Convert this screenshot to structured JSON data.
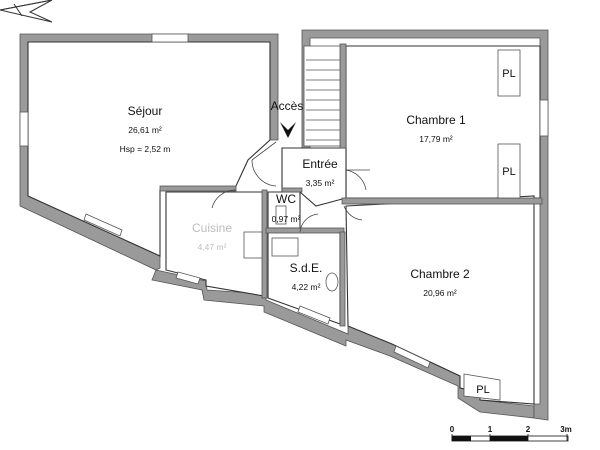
{
  "plan": {
    "rooms": {
      "sejour": {
        "name": "Séjour",
        "area": "26,61 m²",
        "note": "Hsp = 2,52 m"
      },
      "chambre1": {
        "name": "Chambre 1",
        "area": "17,79 m²"
      },
      "chambre2": {
        "name": "Chambre 2",
        "area": "20,96 m²"
      },
      "entree": {
        "name": "Entrée",
        "area": "3,35 m²"
      },
      "wc": {
        "name": "WC",
        "area": "0,97 m²"
      },
      "cuisine": {
        "name": "Cuisine",
        "area": "4,47 m²"
      },
      "sde": {
        "name": "S.d.E.",
        "area": "4,22 m²"
      }
    },
    "acces_label": "Accès",
    "placards": [
      "PL",
      "PL",
      "PL"
    ],
    "scale": {
      "ticks": [
        "0",
        "1",
        "2",
        "3m"
      ]
    },
    "colors": {
      "wall": "#9a9a9a",
      "line": "#333333",
      "text": "#111111"
    }
  }
}
